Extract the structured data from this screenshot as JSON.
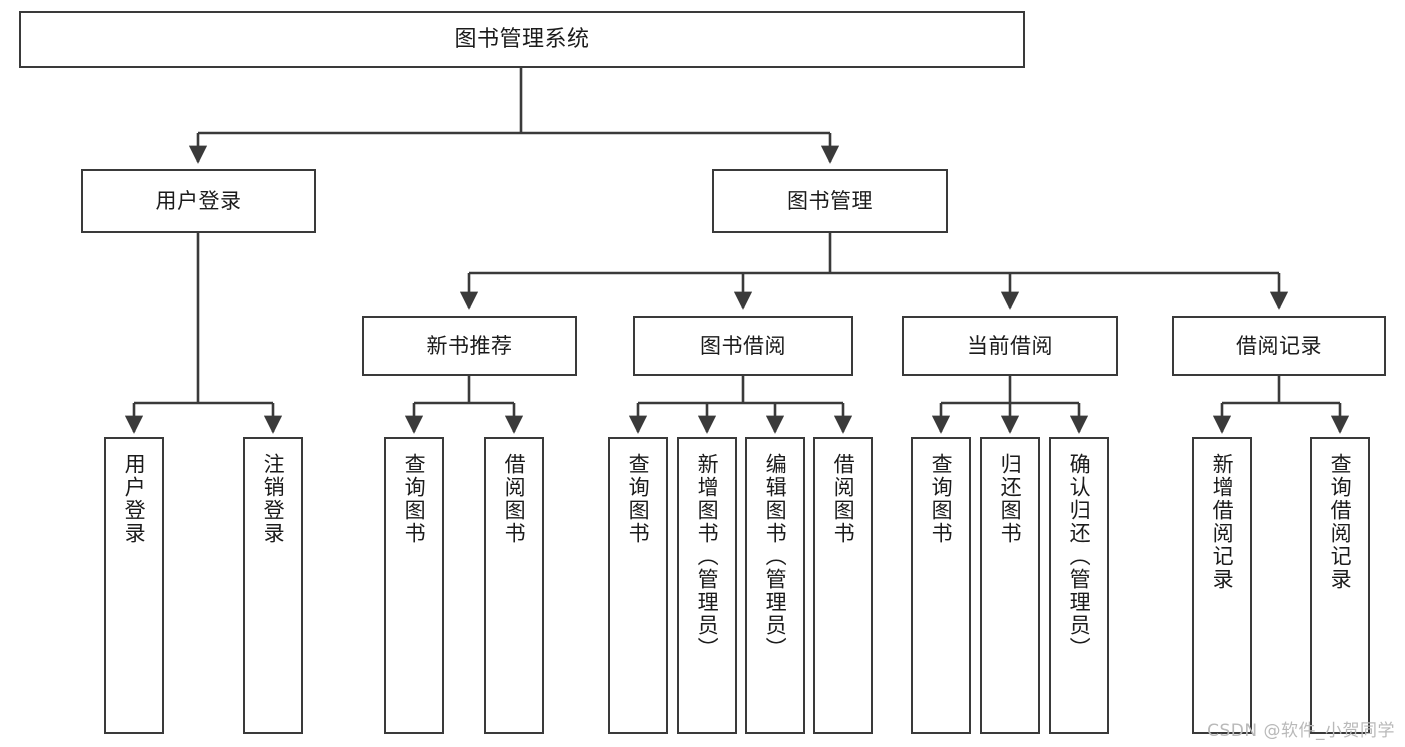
{
  "diagram": {
    "title": "图书管理系统",
    "type": "tree-hierarchy-chart",
    "watermark": "CSDN @软件_小贺同学",
    "colors": {
      "box_border": "#3a3a3a",
      "box_fill": "#ffffff",
      "edge": "#3a3a3a",
      "text": "#1b1b1b",
      "watermark": "#b9b9b9",
      "background": "#ffffff"
    },
    "root": {
      "label": "图书管理系统"
    },
    "level2": [
      {
        "label": "用户登录"
      },
      {
        "label": "图书管理"
      }
    ],
    "level3": [
      {
        "label": "新书推荐"
      },
      {
        "label": "图书借阅"
      },
      {
        "label": "当前借阅"
      },
      {
        "label": "借阅记录"
      }
    ],
    "leaves": {
      "user_login": [
        {
          "label": "用户登录"
        },
        {
          "label": "注销登录"
        }
      ],
      "new_book_recommend": [
        {
          "label": "查询图书"
        },
        {
          "label": "借阅图书"
        }
      ],
      "book_borrow": [
        {
          "label": "查询图书"
        },
        {
          "label": "新增图书（管理员）"
        },
        {
          "label": "编辑图书（管理员）"
        },
        {
          "label": "借阅图书"
        }
      ],
      "current_borrow": [
        {
          "label": "查询图书"
        },
        {
          "label": "归还图书"
        },
        {
          "label": "确认归还（管理员）"
        }
      ],
      "borrow_record": [
        {
          "label": "新增借阅记录"
        },
        {
          "label": "查询借阅记录"
        }
      ]
    }
  }
}
